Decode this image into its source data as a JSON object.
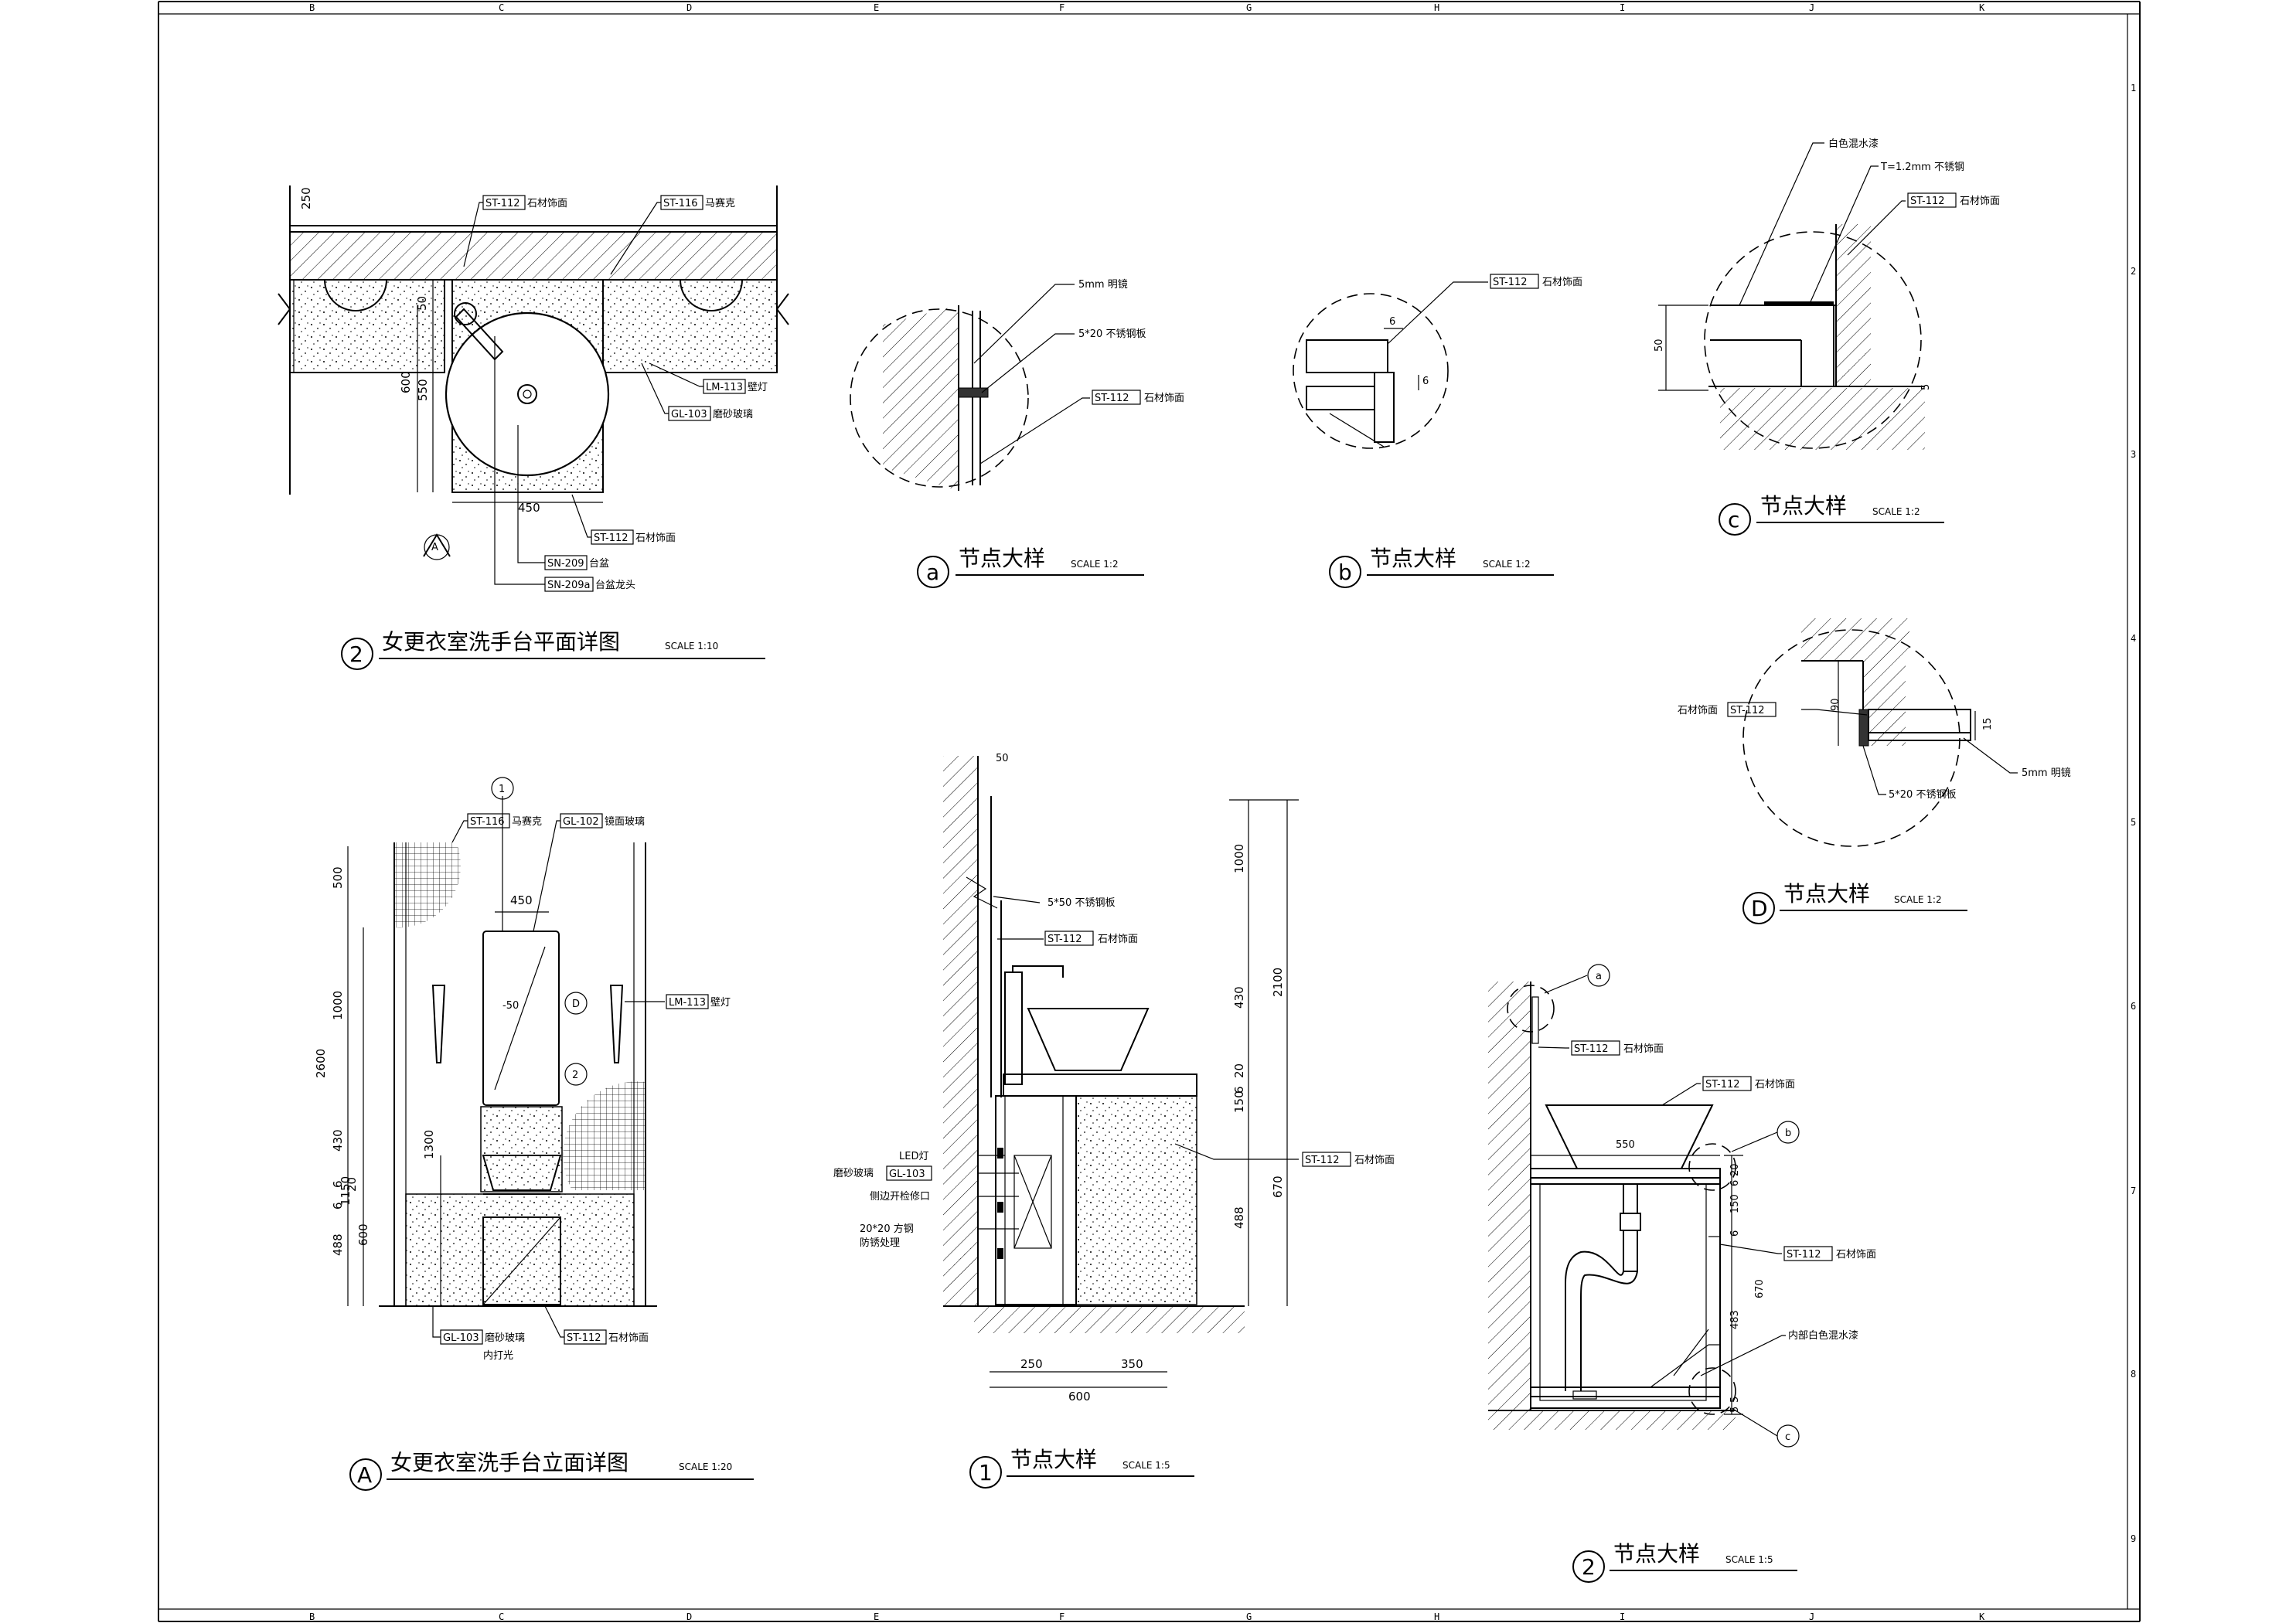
{
  "grid": {
    "columns": [
      "B",
      "C",
      "D",
      "E",
      "F",
      "G",
      "H",
      "I",
      "J",
      "K"
    ],
    "rows": [
      "1",
      "2",
      "3",
      "4",
      "5",
      "6",
      "7",
      "8",
      "9"
    ]
  },
  "plan": {
    "title": "女更衣室洗手台平面详图",
    "scale": "SCALE 1:10",
    "num": "2",
    "tags": [
      {
        "code": "ST-112",
        "text": "石材饰面"
      },
      {
        "code": "ST-116",
        "text": "马赛克"
      },
      {
        "code": "LM-113",
        "text": "壁灯"
      },
      {
        "code": "GL-103",
        "text": "磨砂玻璃"
      },
      {
        "code": "ST-112",
        "text": "石材饰面"
      },
      {
        "code": "SN-209",
        "text": "台盆"
      },
      {
        "code": "SN-209a",
        "text": "台盆龙头"
      }
    ],
    "dims": [
      "250",
      "50",
      "600",
      "550",
      "450"
    ],
    "section_mark": "A"
  },
  "detail_a": {
    "num": "a",
    "title": "节点大样",
    "scale": "SCALE 1:2",
    "labels": [
      "5mm 明镜",
      "5*20 不锈钢板"
    ],
    "tag": {
      "code": "ST-112",
      "text": "石材饰面"
    }
  },
  "detail_b": {
    "num": "b",
    "title": "节点大样",
    "scale": "SCALE 1:2",
    "tag": {
      "code": "ST-112",
      "text": "石材饰面"
    },
    "dims": [
      "6",
      "6"
    ]
  },
  "detail_c": {
    "num": "c",
    "title": "节点大样",
    "scale": "SCALE 1:2",
    "labels": [
      "白色混水漆",
      "T=1.2mm 不锈钢"
    ],
    "tag": {
      "code": "ST-112",
      "text": "石材饰面"
    },
    "dims": [
      "50",
      "5"
    ]
  },
  "detail_d": {
    "num": "D",
    "title": "节点大样",
    "scale": "SCALE 1:2",
    "tag": {
      "code": "ST-112",
      "text": "石材饰面"
    },
    "labels": [
      "5mm 明镜",
      "5*20 不锈钢板"
    ],
    "dims": [
      "90",
      "15"
    ]
  },
  "elev": {
    "title": "女更衣室洗手台立面详图",
    "scale": "SCALE 1:20",
    "num": "A",
    "tags": [
      {
        "code": "ST-116",
        "text": "马赛克"
      },
      {
        "code": "GL-102",
        "text": "镜面玻璃"
      },
      {
        "code": "LM-113",
        "text": "壁灯"
      },
      {
        "code": "GL-103",
        "text": "磨砂玻璃"
      },
      {
        "code": "ST-112",
        "text": "石材饰面"
      }
    ],
    "extra_label": "内打光",
    "dims_left": [
      "500",
      "1000",
      "430",
      "6",
      "6",
      "488",
      "2600",
      "1300",
      "1150",
      "600",
      "20"
    ],
    "dim_top": "450",
    "marks": [
      "1",
      "D",
      "2"
    ],
    "mark_small": "-50"
  },
  "detail_1": {
    "num": "1",
    "title": "节点大样",
    "scale": "SCALE 1:5",
    "labels": [
      "5*50 不锈钢板",
      "LED灯",
      "磨砂玻璃",
      "侧边开检修口",
      "20*20 方钢",
      "防锈处理"
    ],
    "tags": [
      {
        "code": "ST-112",
        "text": "石材饰面"
      },
      {
        "code": "GL-103",
        "text": ""
      },
      {
        "code": "ST-112",
        "text": "石材饰面"
      }
    ],
    "dims_v": [
      "1000",
      "430",
      "20",
      "150",
      "6",
      "488",
      "670",
      "2100"
    ],
    "dims_h": [
      "250",
      "350",
      "600"
    ],
    "top_dim": "50"
  },
  "detail_2": {
    "num": "2",
    "title": "节点大样",
    "scale": "SCALE 1:5",
    "tags": [
      {
        "code": "ST-112",
        "text": "石材饰面"
      },
      {
        "code": "ST-112",
        "text": "石材饰面"
      },
      {
        "code": "ST-112",
        "text": "石材饰面"
      }
    ],
    "labels": [
      "内部白色混水漆"
    ],
    "dims": [
      "550",
      "20",
      "6",
      "150",
      "6",
      "483",
      "670",
      "5",
      "5"
    ],
    "marks": [
      "a",
      "b",
      "c"
    ]
  }
}
